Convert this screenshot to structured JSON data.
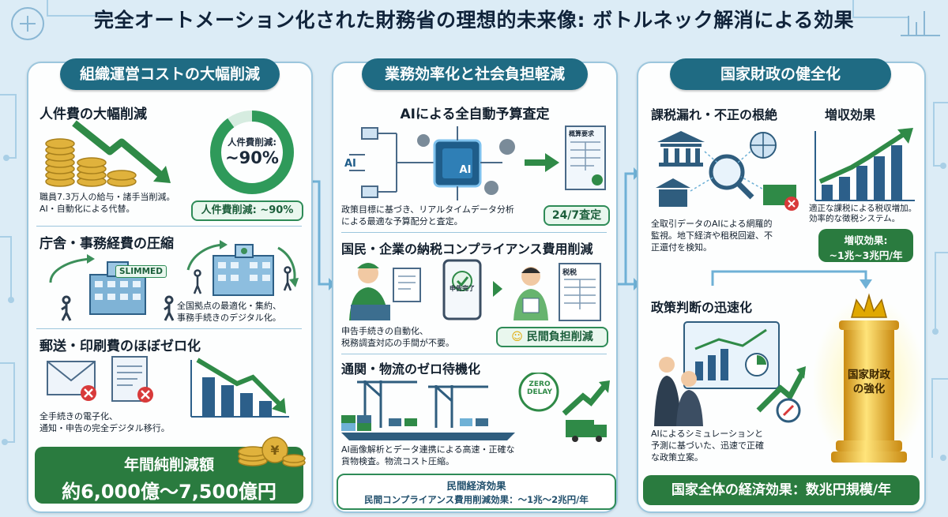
{
  "title": "完全オートメーション化された財務省の理想的未来像: ボトルネック解消による効果",
  "colors": {
    "header_pill": "#1f6b83",
    "accent_green": "#2a7b3f",
    "panel_border": "#9cc6dd",
    "background": "#dcecf6"
  },
  "left": {
    "header": "組織運営コストの大幅削減",
    "personnel": {
      "title": "人件費の大幅削減",
      "ring_label": "人件費削減:",
      "ring_value": "~90%",
      "desc": "職員7.3万人の給与・諸手当削減。\nAI・自動化による代替。",
      "badge": "人件費削減: ~90%"
    },
    "office": {
      "title": "庁舎・事務経費の圧縮",
      "tag": "SLIMMED",
      "desc": "全国拠点の最適化・集約、\n事務手続きのデジタル化。"
    },
    "postal": {
      "title": "郵送・印刷費のほぼゼロ化",
      "desc": "全手続きの電子化、\n通知・申告の完全デジタル移行。"
    },
    "total": {
      "label": "年間純削減額",
      "value": "約6,000億～7,500億円"
    }
  },
  "middle": {
    "header": "業務効率化と社会負担軽減",
    "budget": {
      "title": "AIによる全自動予算査定",
      "ai_chip": "AI",
      "ai_left": "AI",
      "doc_label": "概算要求",
      "desc": "政策目標に基づき、リアルタイムデータ分析\nによる最適な予算配分と査定。",
      "badge": "24/7査定"
    },
    "compliance": {
      "title": "国民・企業の納税コンプライアンス費用削減",
      "phone_label": "申告完了",
      "doc_label": "税税",
      "desc": "申告手続きの自動化、\n税務調査対応の手間が不要。",
      "badge": "民間負担削減"
    },
    "customs": {
      "title": "通関・物流のゼロ待機化",
      "stamp_line1": "ZERO",
      "stamp_line2": "DELAY",
      "desc": "AI画像解析とデータ連携による高速・正確な\n貨物検査。物流コスト圧縮。"
    },
    "effect": {
      "label": "民間経済効果",
      "value": "民間コンプライアンス費用削減効果：～1兆～2兆円/年"
    }
  },
  "right": {
    "header": "国家財政の健全化",
    "leak": {
      "title": "課税漏れ・不正の根絶",
      "desc": "全取引データのAIによる網羅的\n監視。地下経済や租税回避、不\n正還付を検知。"
    },
    "revenue": {
      "title": "増収効果",
      "desc": "適正な課税による税収増加。\n効率的な徴税システム。",
      "box_label": "増収効果:",
      "box_value": "~1兆~3兆円/年"
    },
    "policy": {
      "title": "政策判断の迅速化",
      "desc": "AIによるシミュレーションと\n予測に基づいた、迅速で正確\nな政策立案。"
    },
    "pillar": {
      "line1": "国家財政",
      "line2": "の強化"
    },
    "footer": "国家全体の経済効果：数兆円規模/年"
  }
}
